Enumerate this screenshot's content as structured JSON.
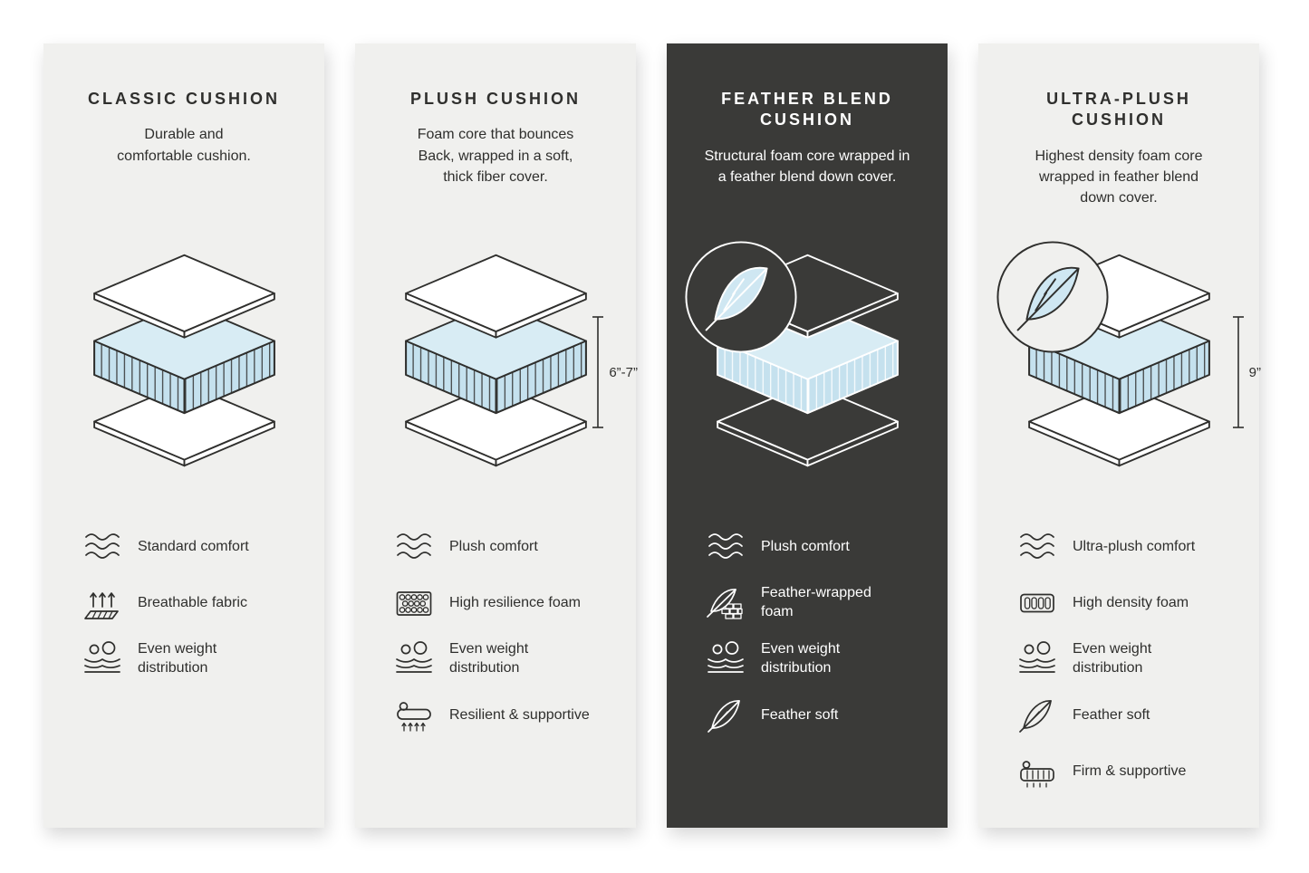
{
  "colors": {
    "page_bg": "#ffffff",
    "card_light_bg": "#f0f0ee",
    "card_dark_bg": "#3a3a38",
    "ink": "#2f2f2d",
    "ink_on_dark": "#ffffff",
    "foam_top": "#d8ecf4",
    "foam_side": "#c5e1ee",
    "feather_fill": "#cfe7f2"
  },
  "cards": [
    {
      "id": "classic-cushion",
      "theme": "light",
      "title": "CLASSIC CUSHION",
      "description": "Durable and\ncomfortable cushion.",
      "features": [
        {
          "icon": "wave-icon",
          "label": "Standard comfort"
        },
        {
          "icon": "breathable-icon",
          "label": "Breathable fabric"
        },
        {
          "icon": "even-weight-icon",
          "label": "Even weight distribution"
        }
      ]
    },
    {
      "id": "plush-cushion",
      "theme": "light",
      "title": "PLUSH CUSHION",
      "description": "Foam core that bounces\nBack, wrapped in a soft,\nthick fiber cover.",
      "measurement": "6”-7”",
      "features": [
        {
          "icon": "wave-icon",
          "label": "Plush comfort"
        },
        {
          "icon": "resilience-foam-icon",
          "label": "High resilience foam"
        },
        {
          "icon": "even-weight-icon",
          "label": "Even weight distribution"
        },
        {
          "icon": "supportive-icon",
          "label": "Resilient & supportive"
        }
      ]
    },
    {
      "id": "feather-blend-cushion",
      "theme": "dark",
      "title": "FEATHER BLEND\nCUSHION",
      "description": "Structural foam core wrapped in\na feather blend down cover.",
      "features": [
        {
          "icon": "wave-icon",
          "label": "Plush comfort"
        },
        {
          "icon": "feather-foam-icon",
          "label": "Feather-wrapped foam"
        },
        {
          "icon": "even-weight-icon",
          "label": "Even weight distribution"
        },
        {
          "icon": "feather-icon",
          "label": "Feather soft"
        }
      ]
    },
    {
      "id": "ultra-plush-cushion",
      "theme": "light",
      "title": "ULTRA-PLUSH\nCUSHION",
      "description": "Highest density foam core\nwrapped in feather blend\ndown cover.",
      "measurement": "9”",
      "features": [
        {
          "icon": "wave-icon",
          "label": "Ultra-plush comfort"
        },
        {
          "icon": "density-foam-icon",
          "label": "High density foam"
        },
        {
          "icon": "even-weight-icon",
          "label": "Even weight distribution"
        },
        {
          "icon": "feather-icon",
          "label": "Feather soft"
        },
        {
          "icon": "firm-icon",
          "label": "Firm & supportive"
        }
      ]
    }
  ]
}
